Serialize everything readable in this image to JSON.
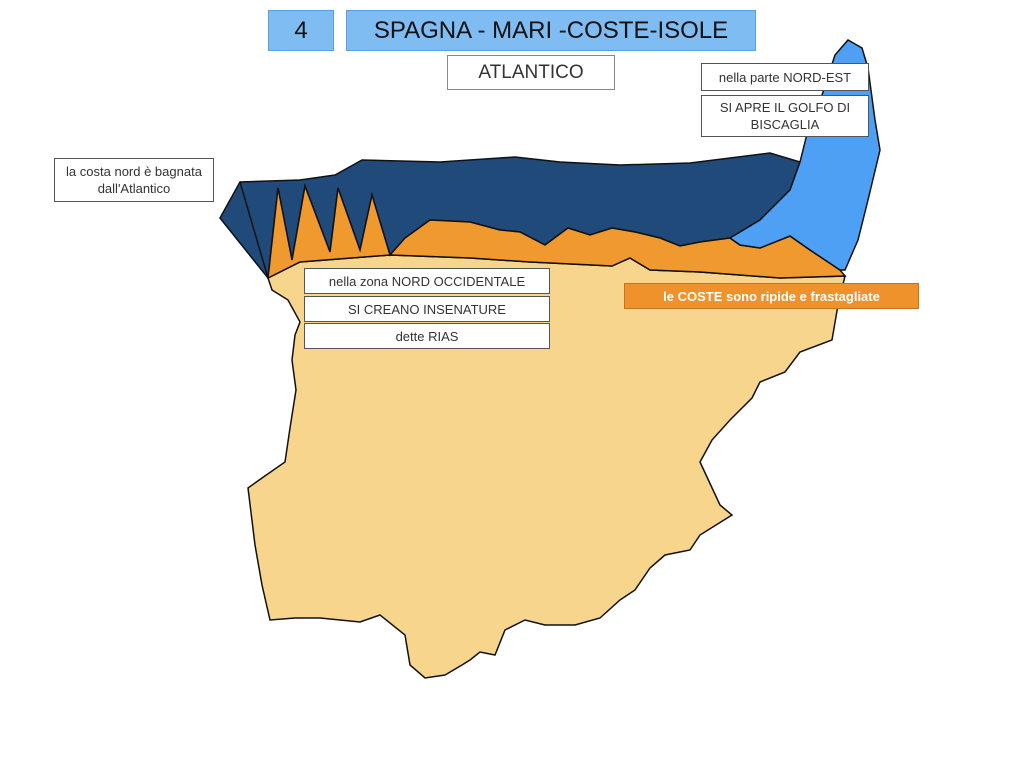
{
  "header": {
    "number": "4",
    "title": "SPAGNA - MARI -COSTE-ISOLE"
  },
  "sea_label": "ATLANTICO",
  "notes": {
    "north_coast": "la costa nord è bagnata dall'Atlantico",
    "north_east": "nella parte NORD-EST",
    "gulf": "SI APRE IL GOLFO DI BISCAGLIA",
    "northwest_zone": "nella zona NORD OCCIDENTALE",
    "inlets": "SI CREANO INSENATURE",
    "rias": "dette RIAS",
    "coasts": "le COSTE sono ripide e frastagliate"
  },
  "colors": {
    "land": "#f7d58c",
    "coast": "#f0992f",
    "sea_north": "#1f4a7a",
    "gulf": "#4ea0f5",
    "header": "#7fbcf2"
  }
}
